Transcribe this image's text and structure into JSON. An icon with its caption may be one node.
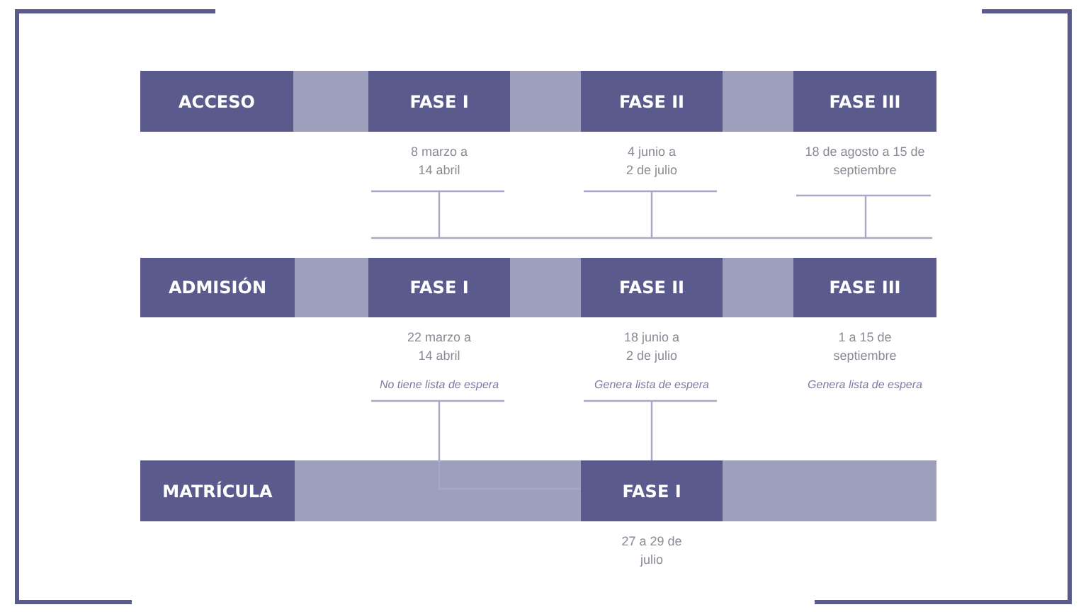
{
  "diagram": {
    "nodes": [
      {
        "text": [
          "ACCESO"
        ]
      },
      {
        "text": [
          "FASE I"
        ],
        "beside": [
          "8 marzo a 14 abril"
        ]
      },
      {
        "text": [
          "FASE II"
        ],
        "beside": [
          "4 junio a 2 de julio"
        ]
      },
      {
        "text": [
          "FASE III"
        ],
        "beside": [
          "18 de agosto a 15 de septiembre"
        ]
      },
      {
        "text": [
          "ADMISIÓN"
        ]
      },
      {
        "text": [
          "FASE I"
        ],
        "beside": [
          "22 marzo a 14 abril",
          "No tiene lista de espera"
        ]
      },
      {
        "text": [
          "FASE II"
        ],
        "beside": [
          "18 junio a 2 de julio",
          "Genera lista de espera"
        ]
      },
      {
        "text": [
          "FASE III"
        ],
        "beside": [
          "1 a 15 de septiembre",
          "Genera lista de espera"
        ]
      },
      {
        "text": [
          "MATRÍCULA"
        ]
      },
      {
        "text": [
          "FASE I"
        ],
        "beside": [
          "27 a 29 de julio"
        ]
      }
    ],
    "edges": [
      {
        "from": 1,
        "to": null,
        "arrow": "none"
      },
      {
        "from": 2,
        "to": null,
        "arrow": "none"
      },
      {
        "from": 3,
        "to": null,
        "arrow": "none"
      },
      {
        "from": 5,
        "to": 9,
        "arrow": "none"
      },
      {
        "from": 6,
        "to": 9,
        "arrow": "none"
      }
    ]
  }
}
